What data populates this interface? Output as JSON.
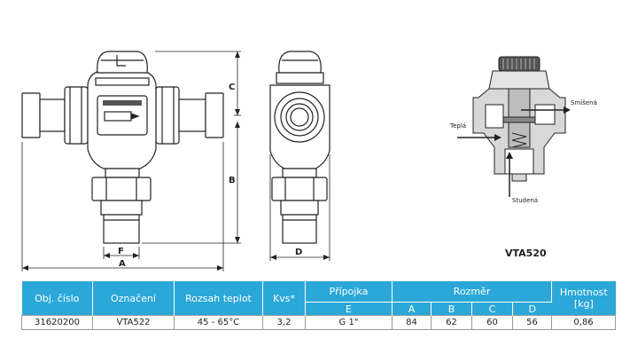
{
  "drawing": {
    "dim_labels": {
      "a": "A",
      "b": "B",
      "c": "C",
      "d": "D",
      "f": "F"
    },
    "flow_labels": {
      "mixed": "Smíšená",
      "hot": "Teplá",
      "cold": "Studená"
    },
    "model": "VTA520"
  },
  "table": {
    "headers": {
      "part_no": "Obj. číslo",
      "designation": "Označení",
      "temp_range": "Rozsah teplot",
      "kvs": "Kvs*",
      "connection": "Přípojka",
      "connection_sub": "E",
      "dimension": "Rozměr",
      "dim_a": "A",
      "dim_b": "B",
      "dim_c": "C",
      "dim_d": "D",
      "weight_1": "Hmotnost",
      "weight_2": "[kg]"
    },
    "row": {
      "part_no": "31620200",
      "designation": "VTA522",
      "temp_range": "45 - 65°C",
      "kvs": "3,2",
      "connection": "G 1\"",
      "a": "84",
      "b": "62",
      "c": "60",
      "d": "56",
      "weight": "0,86"
    }
  },
  "colors": {
    "header_bg": "#2ba8d8",
    "line": "#222222"
  }
}
